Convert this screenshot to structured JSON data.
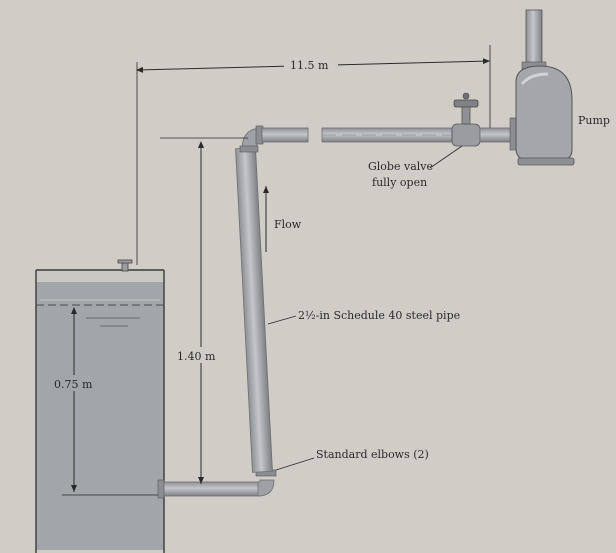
{
  "labels": {
    "span": "11.5 m",
    "pump": "Pump",
    "valve_line1": "Globe valve",
    "valve_line2": "fully open",
    "flow": "Flow",
    "pipe": "2½-in Schedule 40 steel pipe",
    "height": "1.40 m",
    "depth": "0.75 m",
    "elbows": "Standard elbows (2)"
  },
  "colors": {
    "paper": "#cfcdc6",
    "ink": "#2a2a2a",
    "pipe": "#a7a9ac",
    "pipe_edge": "#6d6f73",
    "water": "#9fa3a8",
    "tank_line": "#3a3a3a"
  },
  "icons": [
    "pump-icon",
    "globe-valve-icon",
    "flow-arrow-icon",
    "elbow-icon"
  ]
}
